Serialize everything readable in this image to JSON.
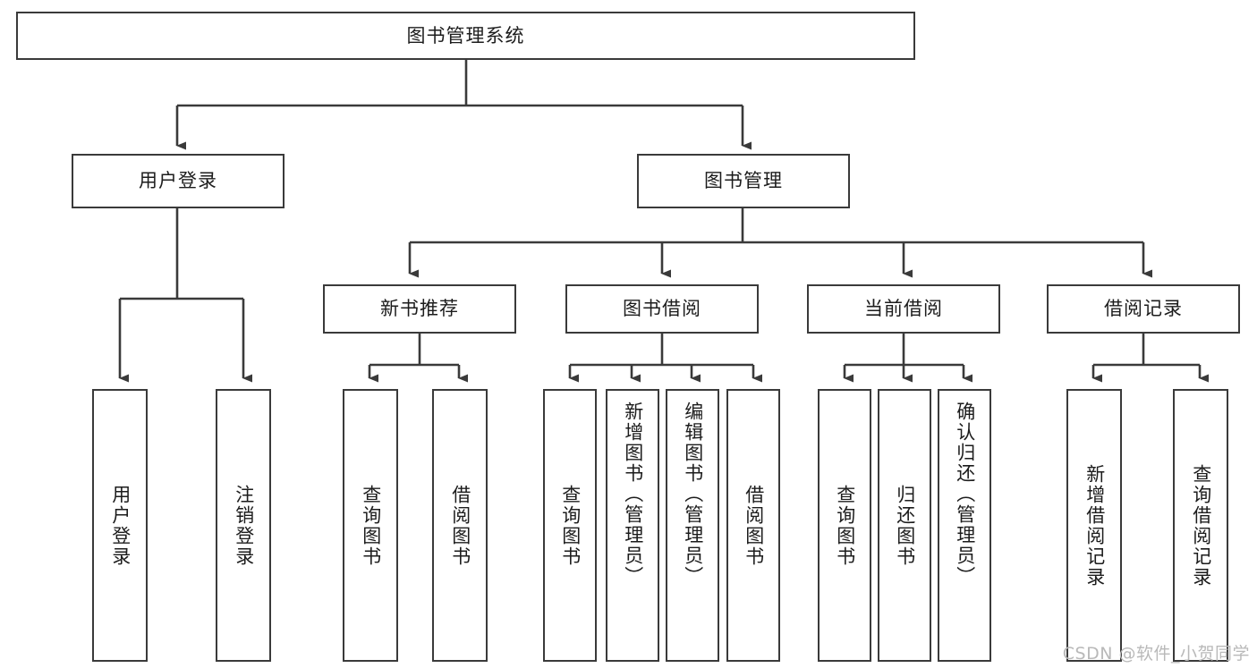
{
  "diagram": {
    "title": "图书管理系统",
    "watermark": "CSDN @软件_小贺同学",
    "type": "tree",
    "line_color": "#3a3a3a",
    "box_fill": "#ffffff",
    "text_color": "#1c1c1c"
  },
  "nodes": {
    "root": {
      "label": "图书管理系统"
    },
    "level2": [
      {
        "label": "用户登录"
      },
      {
        "label": "图书管理"
      }
    ],
    "level3": [
      {
        "label": "新书推荐"
      },
      {
        "label": "图书借阅"
      },
      {
        "label": "当前借阅"
      },
      {
        "label": "借阅记录"
      }
    ],
    "leaves": {
      "user_login": [
        {
          "label": "用户登录"
        },
        {
          "label": "注销登录"
        }
      ],
      "new_book_recommend": [
        {
          "label": "查询图书"
        },
        {
          "label": "借阅图书"
        }
      ],
      "book_borrow": [
        {
          "label": "查询图书"
        },
        {
          "label": "新增图书（管理员）"
        },
        {
          "label": "编辑图书（管理员）"
        },
        {
          "label": "借阅图书"
        }
      ],
      "current_borrow": [
        {
          "label": "查询图书"
        },
        {
          "label": "归还图书"
        },
        {
          "label": "确认归还（管理员）"
        }
      ],
      "borrow_record": [
        {
          "label": "新增借阅记录"
        },
        {
          "label": "查询借阅记录"
        }
      ]
    }
  }
}
